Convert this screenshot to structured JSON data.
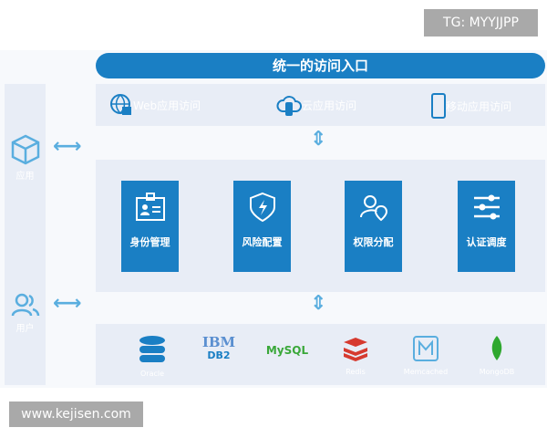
{
  "watermarks": {
    "top": "TG: MYYJJPP",
    "bottom": "www.kejisen.com"
  },
  "title": "统一的访问入口",
  "left": {
    "items": [
      {
        "label": "应用",
        "icon": "cube-icon"
      },
      {
        "label": "用户",
        "icon": "users-icon"
      }
    ]
  },
  "access": [
    {
      "label": "Web应用访问",
      "icon": "globe-lock-icon"
    },
    {
      "label": "云应用访问",
      "icon": "cloud-icon"
    },
    {
      "label": "移动应用访问",
      "icon": "mobile-icon"
    }
  ],
  "modules": [
    {
      "label": "身份管理",
      "icon": "id-badge-icon"
    },
    {
      "label": "风险配置",
      "icon": "shield-icon"
    },
    {
      "label": "权限分配",
      "icon": "user-permission-icon"
    },
    {
      "label": "认证调度",
      "icon": "sliders-icon"
    }
  ],
  "databases": [
    {
      "label": "Oracle",
      "logo": "Oracle"
    },
    {
      "label": "DB2",
      "logo": "IBM"
    },
    {
      "label": "MySQL",
      "logo": "MySQL"
    },
    {
      "label": "Redis",
      "logo": "Redis"
    },
    {
      "label": "Memcached",
      "logo": "M"
    },
    {
      "label": "MongoDB",
      "logo": "MongoDB"
    }
  ],
  "colors": {
    "primary": "#1a7fc4",
    "panel": "#e8edf6",
    "arrow": "#5aaedf"
  }
}
